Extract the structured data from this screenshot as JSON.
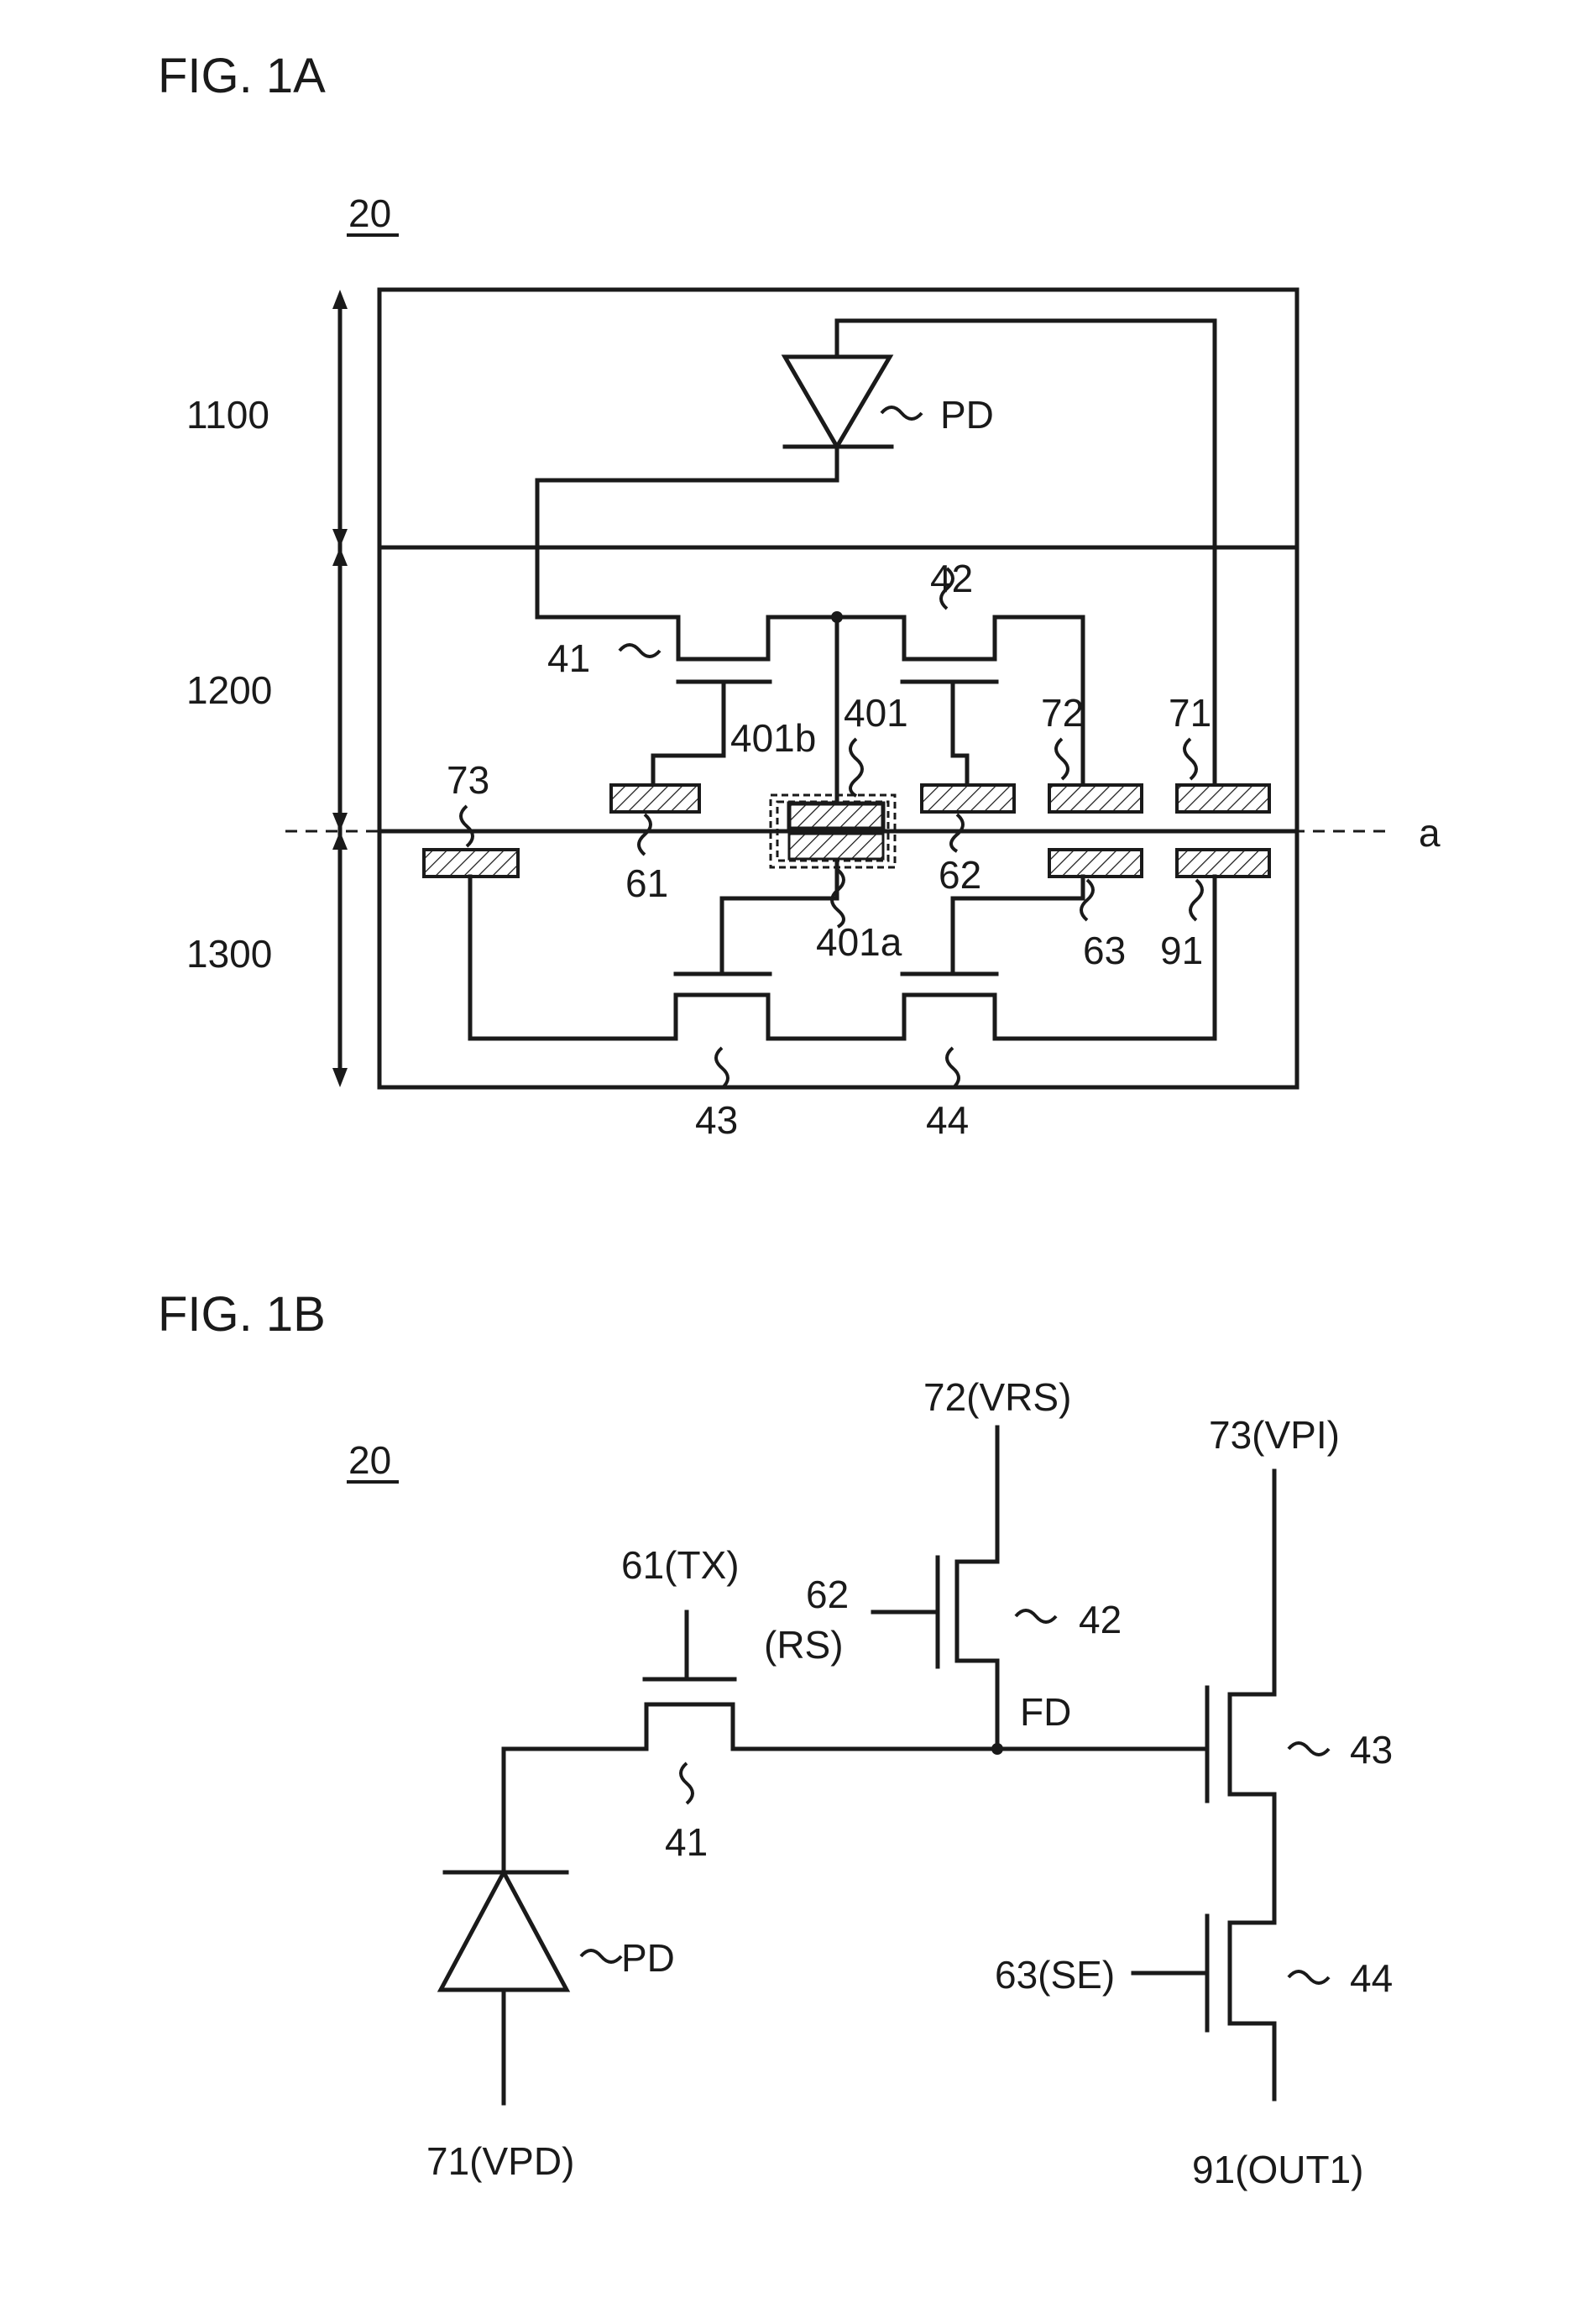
{
  "fig_a": {
    "title": "FIG. 1A",
    "ref": "20",
    "region_top": "1100",
    "region_mid": "1200",
    "region_bot": "1300",
    "pd": "PD",
    "t41": "41",
    "t42": "42",
    "t43": "43",
    "t44": "44",
    "p401": "401",
    "p401a": "401a",
    "p401b": "401b",
    "p61": "61",
    "p62": "62",
    "p63": "63",
    "p71": "71",
    "p72": "72",
    "p73": "73",
    "p91": "91",
    "line_a": "a"
  },
  "fig_b": {
    "title": "FIG. 1B",
    "ref": "20",
    "vrs": "72(VRS)",
    "vpi": "73(VPI)",
    "tx": "61(TX)",
    "rs_num": "62",
    "rs": "(RS)",
    "t42": "42",
    "t43": "43",
    "t44": "44",
    "t41": "41",
    "fd": "FD",
    "pd": "PD",
    "se": "63(SE)",
    "vpd": "71(VPD)",
    "out": "91(OUT1)"
  }
}
